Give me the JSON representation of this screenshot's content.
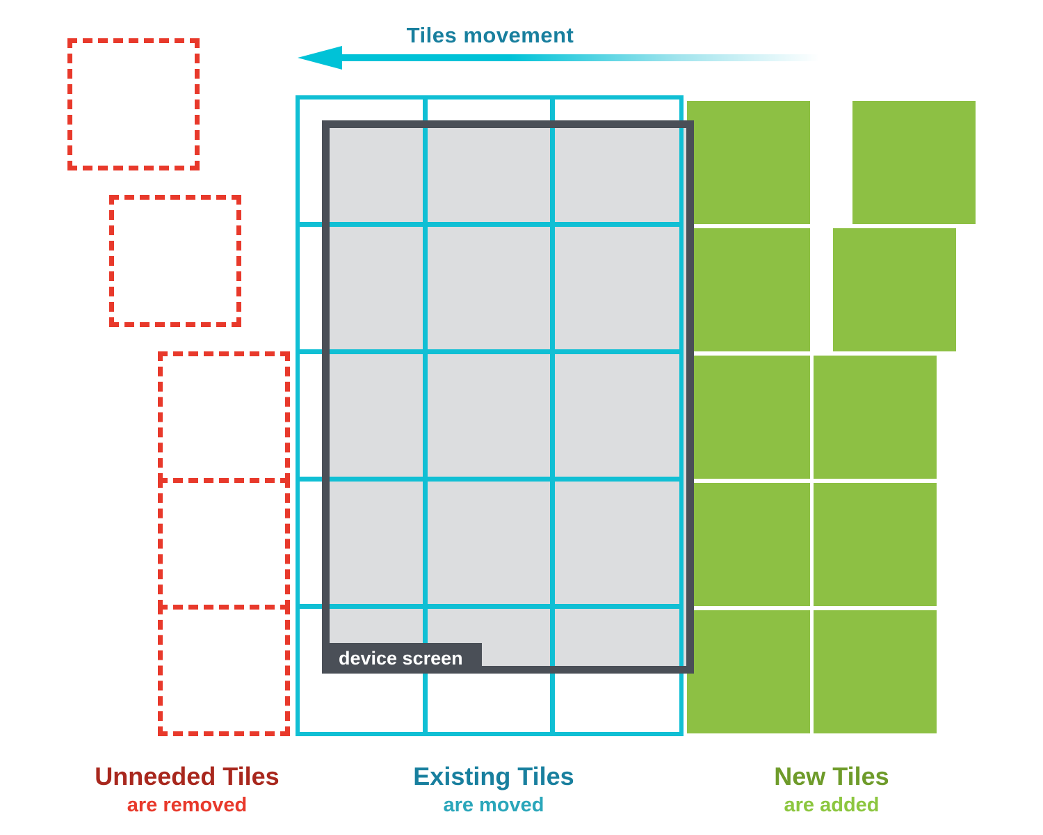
{
  "header": {
    "arrow_label": "Tiles movement"
  },
  "device_screen": {
    "label": "device screen"
  },
  "sections": {
    "unneeded": {
      "title": "Unneeded Tiles",
      "subtitle": "are removed",
      "tile_count": 5,
      "tile_style": "red dashed outline"
    },
    "existing": {
      "title": "Existing Tiles",
      "subtitle": "are moved",
      "grid_columns": 3,
      "grid_rows": 5,
      "tile_style": "cyan grid"
    },
    "new": {
      "title": "New Tiles",
      "subtitle": "are added",
      "tile_count": 10,
      "tile_style": "green solid"
    }
  },
  "colors": {
    "cyan": "#10bfd4",
    "arrow": "#00c2d7",
    "teal_text": "#187f9e",
    "teal_light": "#2aa6ba",
    "red": "#e8392b",
    "red_dark": "#a8271d",
    "green": "#8dc044",
    "green_dark": "#6e9b2a",
    "green_light": "#8cc63f",
    "slate": "#4a4f57",
    "screen_fill": "#dcdddf"
  }
}
